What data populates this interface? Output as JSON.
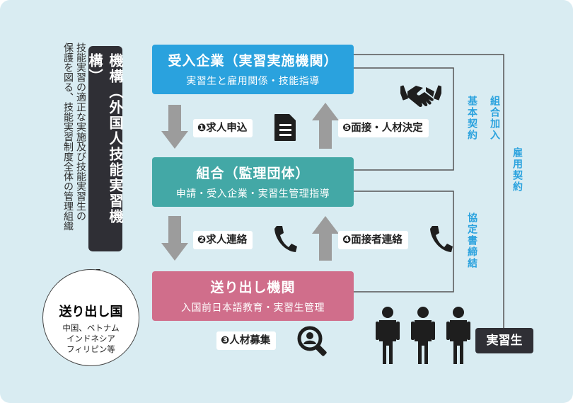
{
  "organization": {
    "label": "機構（外国人技能実習機構）",
    "description": [
      "技能実習の適正な実施及び技能実習生の",
      "保護を図る、技能実習制度全体の管理組織"
    ]
  },
  "boxes": {
    "company": {
      "title": "受入企業（実習実施機関）",
      "subtitle": "実習生と雇用関係・技能指導",
      "color": "#2aa2de"
    },
    "union": {
      "title": "組合（監理団体）",
      "subtitle": "申請・受入企業・実習生管理指導",
      "color": "#43a8a6"
    },
    "sending": {
      "title": "送り出し機関",
      "subtitle": "入国前日本語教育・実習生管理",
      "color": "#d06e8b"
    }
  },
  "steps": {
    "s1": {
      "num": "❶",
      "text": "求人申込"
    },
    "s2": {
      "num": "❷",
      "text": "求人連絡"
    },
    "s3": {
      "num": "❸",
      "text": "人材募集"
    },
    "s4": {
      "num": "❹",
      "text": "面接者連絡"
    },
    "s5": {
      "num": "❺",
      "text": "面接・人材決定"
    }
  },
  "contracts": {
    "union_join": "組合加入",
    "basic": "基本契約",
    "agreement": "協定書締結",
    "employment": "雇用契約"
  },
  "sending_country": {
    "title": "送り出し国",
    "countries": [
      "中国、ベトナム",
      "インドネシア",
      "フィリピン等"
    ]
  },
  "trainee": {
    "label": "実習生"
  },
  "icons": [
    "document-icon",
    "handshake-icon",
    "phone-icon",
    "search-person-icon",
    "airplane-icon",
    "person-icon"
  ],
  "colors": {
    "background": "#d9ecf2",
    "contract_text": "#2aa2de",
    "dark": "#2f2f35",
    "arrow": "#9c9c9c"
  }
}
